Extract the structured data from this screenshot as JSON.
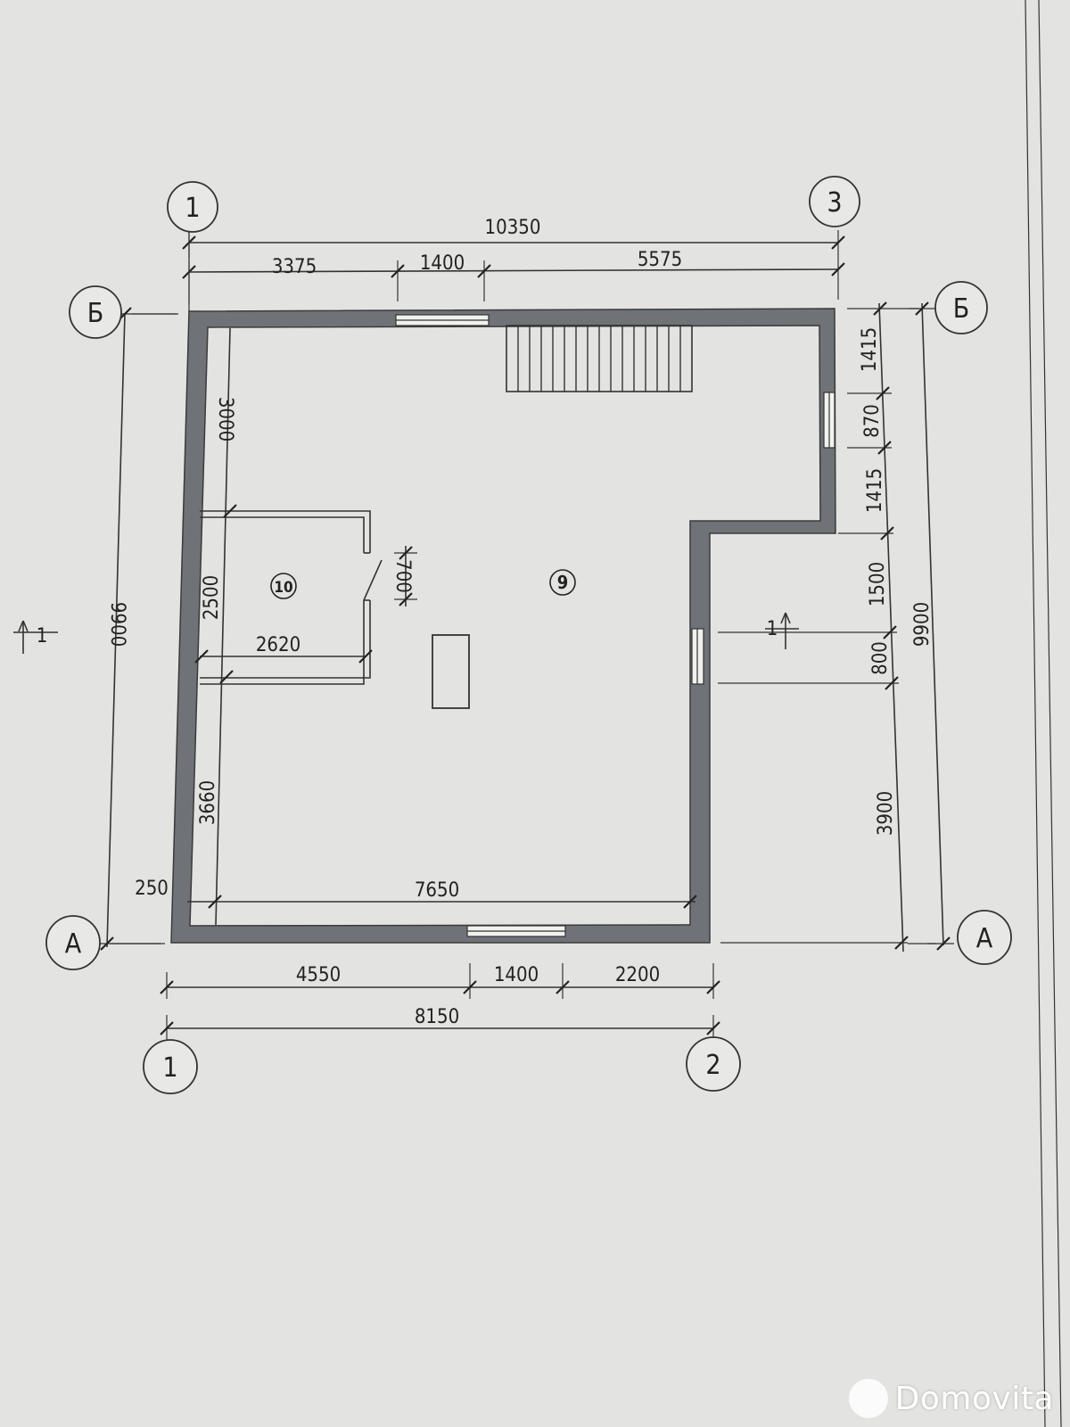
{
  "axes": {
    "col_1_top": "1",
    "col_3_top": "3",
    "col_1_bottom": "1",
    "col_2_bottom": "2",
    "row_B_left": "Б",
    "row_B_right": "Б",
    "row_A_left": "А",
    "row_A_right": "А"
  },
  "top_dims": {
    "overall": "10350",
    "seg1": "3375",
    "seg2": "1400",
    "seg3": "5575"
  },
  "bottom_dims": {
    "seg1": "4550",
    "seg2": "1400",
    "seg3": "2200",
    "overall": "8150"
  },
  "left_dims": {
    "overall": "9900",
    "inner_top": "3000",
    "inner_mid": "2500",
    "inner_bottom": "3660",
    "wall": "250"
  },
  "right_dims": {
    "overall": "9900",
    "s1": "1415",
    "s2": "870",
    "s3": "1415",
    "s4": "1500",
    "s5": "800",
    "s6": "3900"
  },
  "inner_dims": {
    "room10_width": "2620",
    "door_width": "700",
    "room9_width": "7650"
  },
  "rooms": {
    "room9": "9",
    "room10": "10"
  },
  "section_marks": {
    "left": "1",
    "right": "1"
  },
  "watermark": {
    "text": "Domovita"
  }
}
